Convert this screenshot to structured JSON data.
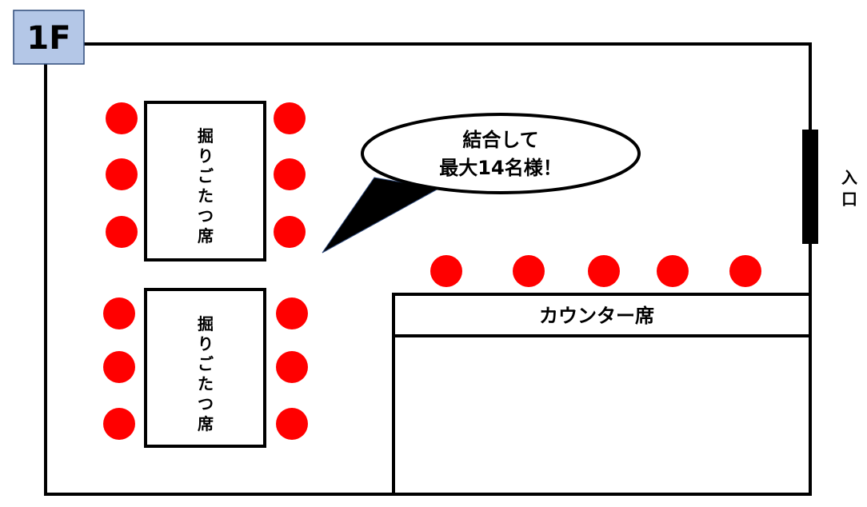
{
  "floor_label": "1F",
  "tables": [
    {
      "label_chars": [
        "掘",
        "り",
        "ご",
        "た",
        "つ",
        "席"
      ],
      "seats": 6
    },
    {
      "label_chars": [
        "掘",
        "り",
        "ご",
        "た",
        "つ",
        "席"
      ],
      "seats": 6
    }
  ],
  "counter": {
    "label": "カウンター席",
    "seats": 5
  },
  "callout": {
    "line1": "結合して",
    "line2": "最大14名様！"
  },
  "entrance": {
    "chars": [
      "入",
      "口"
    ]
  },
  "colors": {
    "seat": "#ff0000",
    "floor_label_bg": "#b4c7e7",
    "floor_label_border": "#2f4a7a"
  }
}
